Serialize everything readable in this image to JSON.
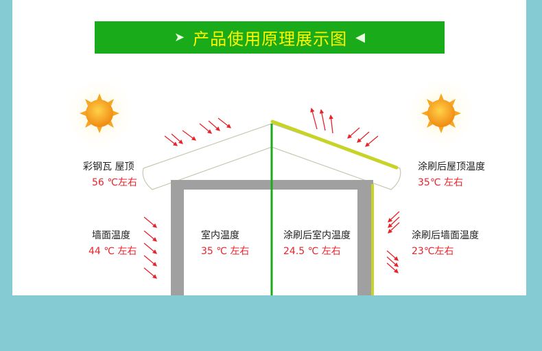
{
  "banner": {
    "title": "产品使用原理展示图",
    "left_arrow": "➤",
    "right_arrow": "◀"
  },
  "labels": {
    "steel_roof": {
      "name": "彩钢瓦 屋顶",
      "value": "56 ℃左右"
    },
    "coated_roof": {
      "name": "涂刷后屋顶温度",
      "value": "35℃ 左右"
    },
    "wall": {
      "name": "墙面温度",
      "value": "44 ℃ 左右"
    },
    "indoor": {
      "name": "室内温度",
      "value": "35 ℃ 左右"
    },
    "coated_indoor": {
      "name": "涂刷后室内温度",
      "value": "24.5 ℃ 左右"
    },
    "coated_wall": {
      "name": "涂刷后墙面温度",
      "value": "23℃左右"
    }
  },
  "colors": {
    "banner_bg": "#1aab1a",
    "banner_text": "#fff500",
    "background": "#85cbd3",
    "arrow_red": "#e8232a",
    "coating": "#c8d32a",
    "divider": "#1aab1a",
    "wall_gray": "#a0a0a0",
    "sun": "#f29a1a"
  }
}
